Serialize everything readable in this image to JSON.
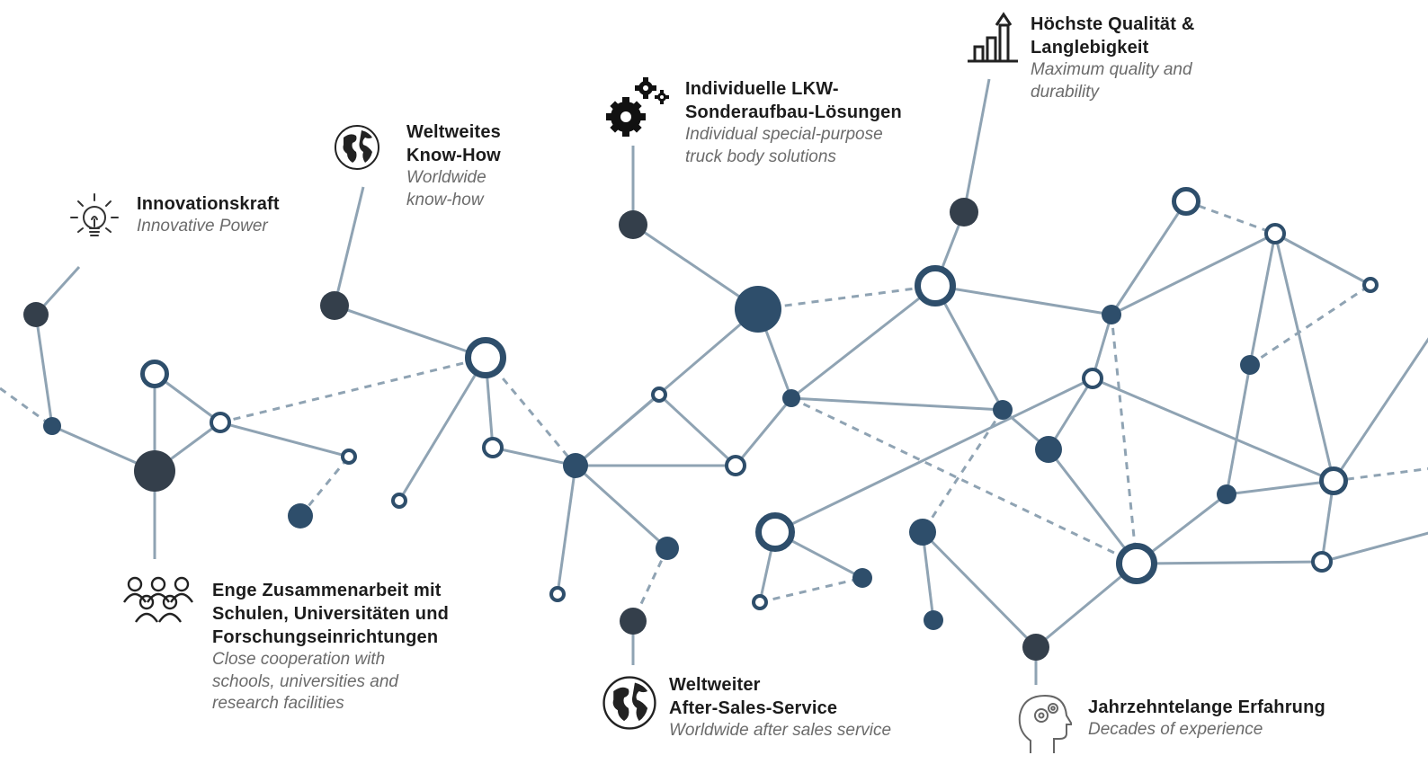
{
  "colors": {
    "node_dark": "#343f4b",
    "node_blue": "#2e4e6b",
    "edge": "#8fa3b3",
    "title_text": "#1c1c1c",
    "subtitle_text": "#6b6b6b"
  },
  "labels": {
    "innovation": {
      "title": "Innovationskraft",
      "subtitle": "Innovative Power",
      "icon": "lightbulb-icon"
    },
    "knowhow": {
      "title_1": "Weltweites",
      "title_2": "Know-How",
      "subtitle_1": "Worldwide",
      "subtitle_2": "know-how",
      "icon": "globe-icon"
    },
    "truck": {
      "title_1": "Individuelle LKW-",
      "title_2": "Sonderaufbau-Lösungen",
      "subtitle_1": "Individual special-purpose",
      "subtitle_2": "truck body solutions",
      "icon": "gears-icon"
    },
    "quality": {
      "title_1": "Höchste Qualität &",
      "title_2": "Langlebigkeit",
      "subtitle_1": "Maximum quality and",
      "subtitle_2": "durability",
      "icon": "growth-chart-icon"
    },
    "cooperation": {
      "title_1": "Enge Zusammenarbeit mit",
      "title_2": "Schulen, Universitäten und",
      "title_3": "Forschungseinrichtungen",
      "subtitle_1": "Close cooperation with",
      "subtitle_2": "schools, universities and",
      "subtitle_3": "research facilities",
      "icon": "people-group-icon"
    },
    "aftersales": {
      "title_1": "Weltweiter",
      "title_2": "After-Sales-Service",
      "subtitle": "Worldwide after sales service",
      "icon": "globe-icon"
    },
    "experience": {
      "title": "Jahrzehntelange Erfahrung",
      "subtitle": "Decades of experience",
      "icon": "head-gears-icon"
    }
  }
}
